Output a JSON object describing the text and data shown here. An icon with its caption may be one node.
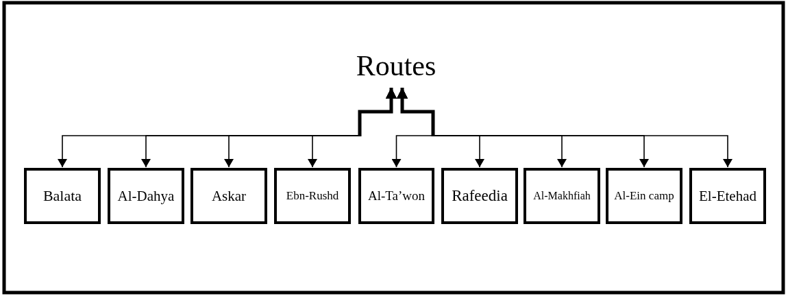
{
  "diagram": {
    "nodes": [
      {
        "text": [
          "Routes"
        ]
      },
      {
        "text": [
          "Balata"
        ]
      },
      {
        "text": [
          "Al-Dahya"
        ]
      },
      {
        "text": [
          "Askar"
        ]
      },
      {
        "text": [
          "Ebn-Rushd"
        ]
      },
      {
        "text": [
          "Al-Ta’won"
        ]
      },
      {
        "text": [
          "Rafeedia"
        ]
      },
      {
        "text": [
          "Al-Makhfiah"
        ]
      },
      {
        "text": [
          "Al-Ein camp"
        ]
      },
      {
        "text": [
          "El-Etehad"
        ]
      }
    ],
    "edges": [
      {
        "from": 0,
        "to": 1,
        "arrow": "both"
      },
      {
        "from": 0,
        "to": 2,
        "arrow": "both"
      },
      {
        "from": 0,
        "to": 3,
        "arrow": "both"
      },
      {
        "from": 0,
        "to": 4,
        "arrow": "both"
      },
      {
        "from": 0,
        "to": 5,
        "arrow": "both"
      },
      {
        "from": 0,
        "to": 6,
        "arrow": "both"
      },
      {
        "from": 0,
        "to": 7,
        "arrow": "both"
      },
      {
        "from": 0,
        "to": 8,
        "arrow": "both"
      },
      {
        "from": 0,
        "to": 9,
        "arrow": "both"
      }
    ]
  }
}
